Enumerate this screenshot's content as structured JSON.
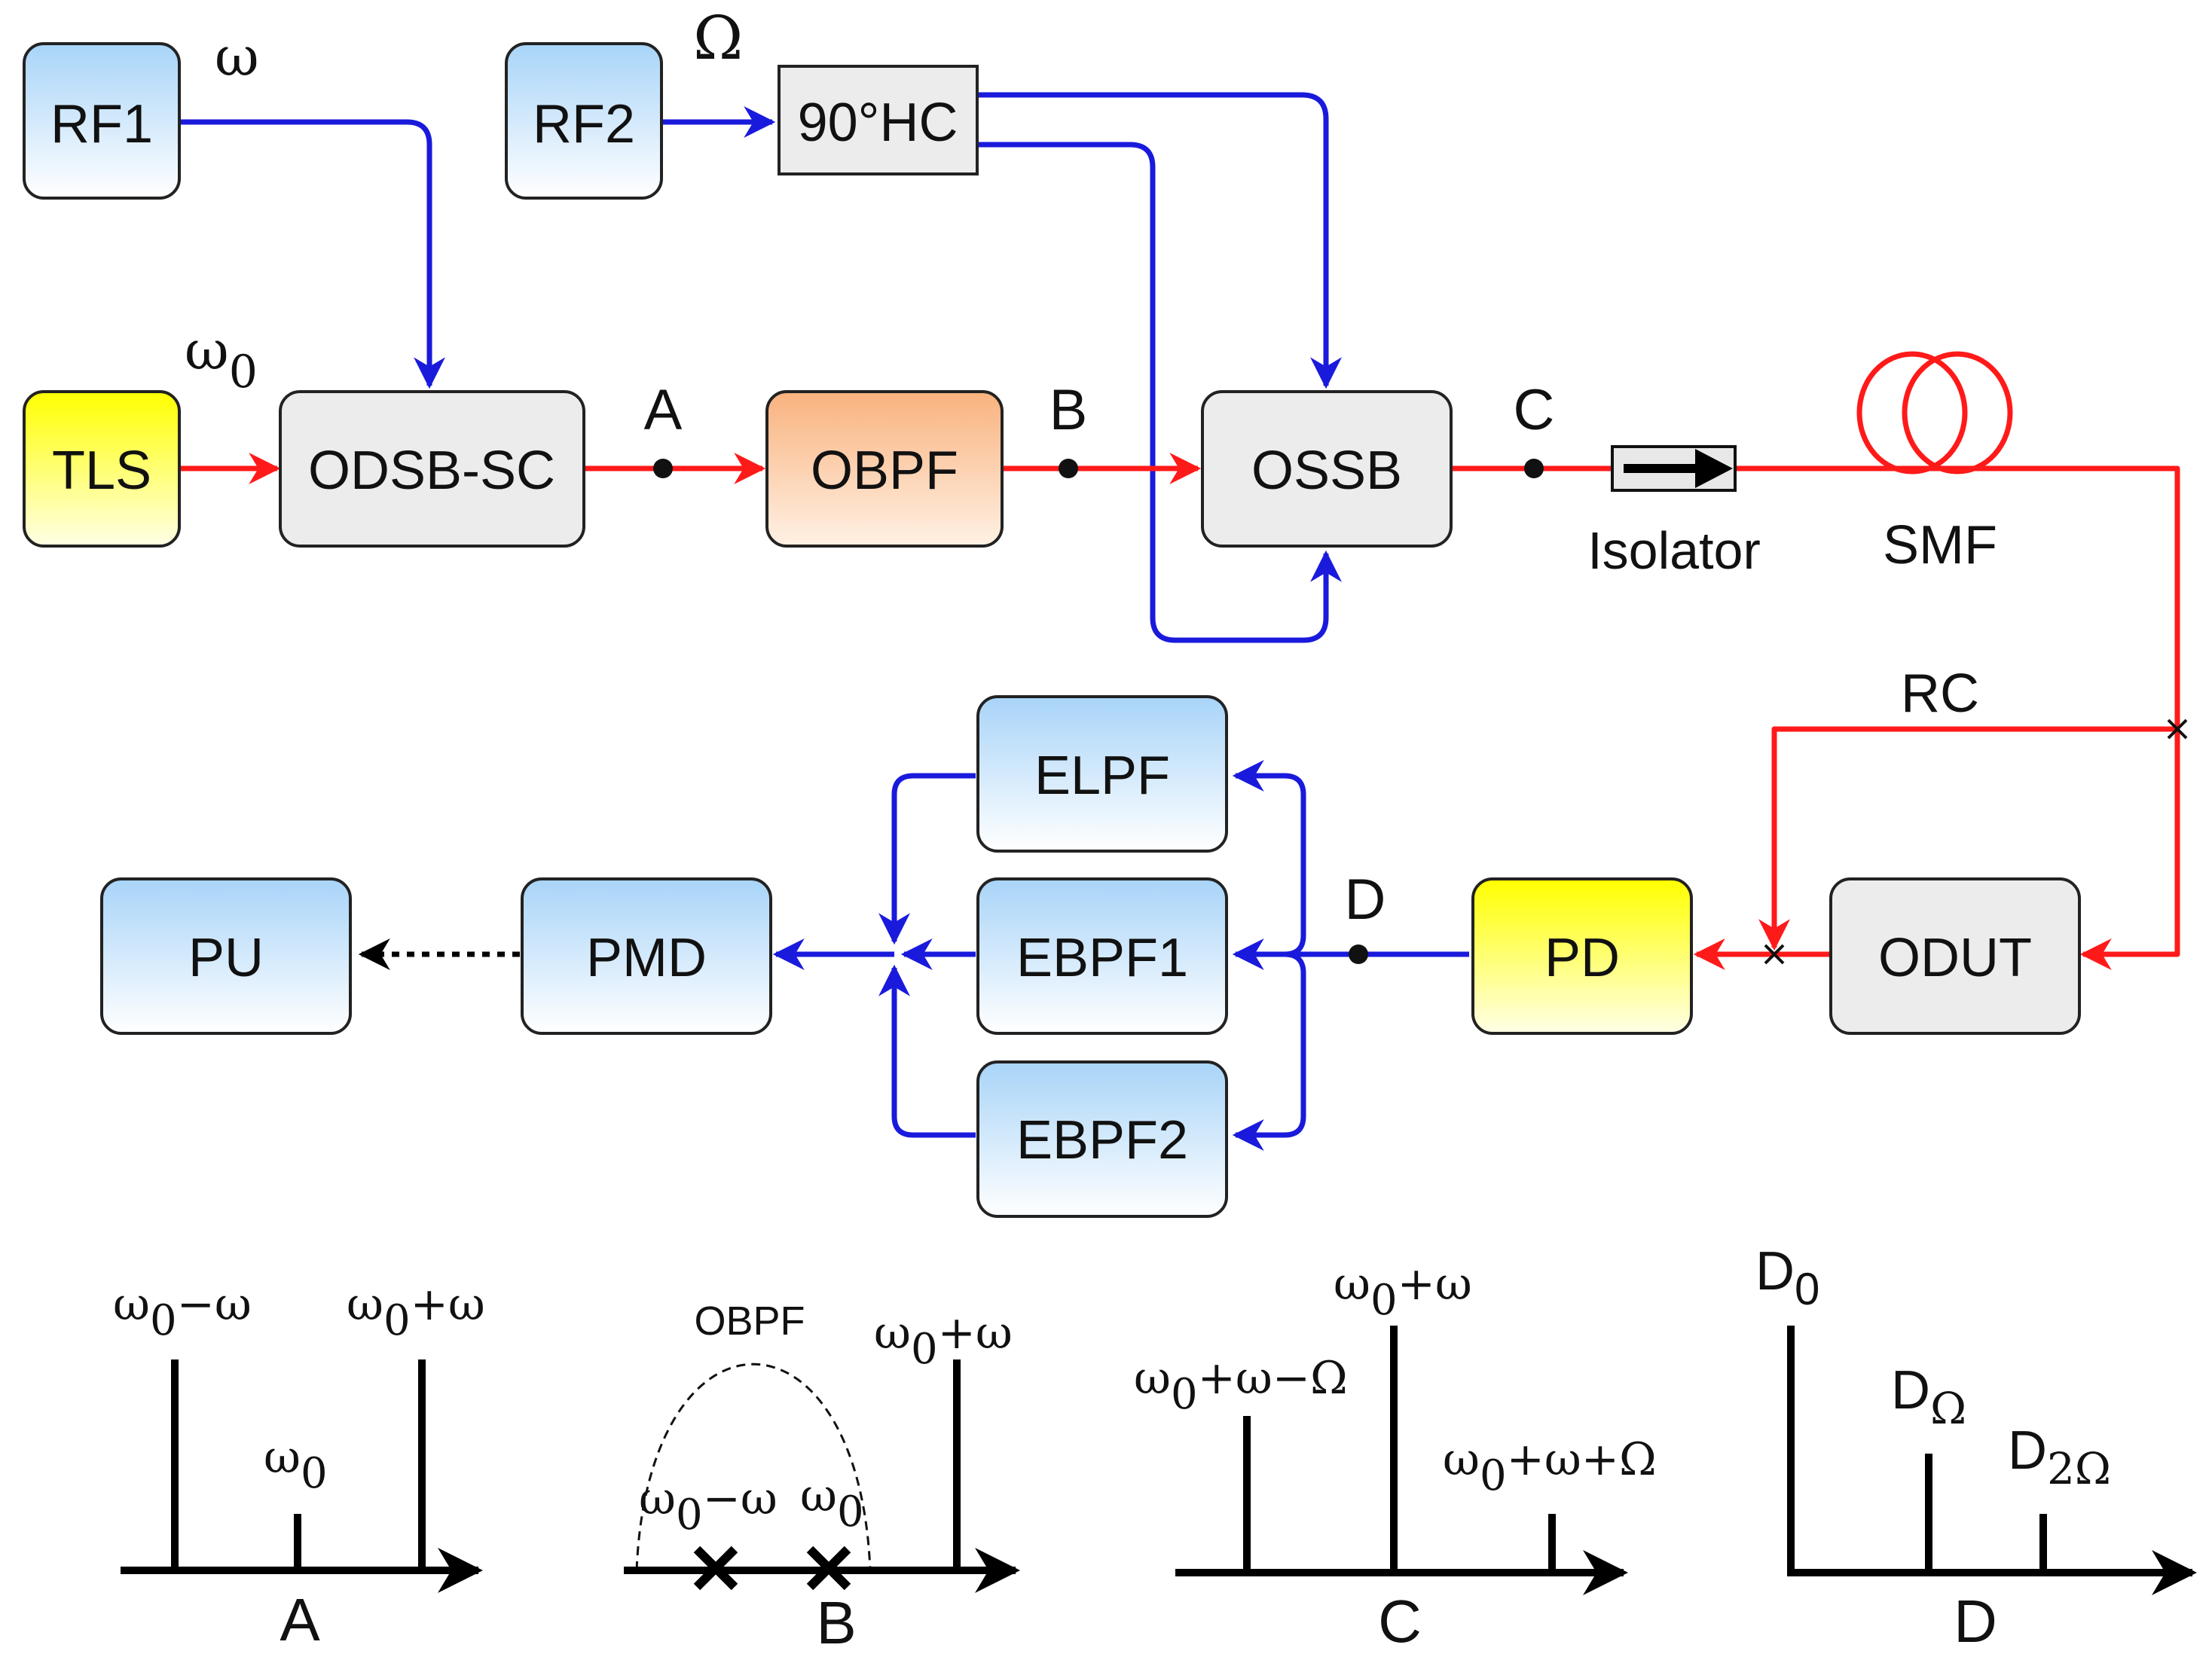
{
  "colors": {
    "optical": "#ff1a1a",
    "electrical": "#1a1adc",
    "blue_box_top": "#a8d4f8",
    "yellow": "#ffff00",
    "orange_top": "#f9b27e",
    "gray_fill": "#ececec"
  },
  "blocks": {
    "rf1": "RF1",
    "rf2": "RF2",
    "hc": "90°HC",
    "tls": "TLS",
    "odsb": "ODSB-SC",
    "obpf": "OBPF",
    "ossb": "OSSB",
    "elpf": "ELPF",
    "ebpf1": "EBPF1",
    "ebpf2": "EBPF2",
    "pd": "PD",
    "odut": "ODUT",
    "pmd": "PMD",
    "pu": "PU"
  },
  "labels": {
    "omega": "ω",
    "Omega": "Ω",
    "omega0": "ω",
    "omega0_sub": "0",
    "A": "A",
    "B": "B",
    "C": "C",
    "D": "D",
    "isolator": "Isolator",
    "smf": "SMF",
    "rc": "RC"
  },
  "spectra": {
    "A": {
      "axis_label": "A",
      "lines": [
        {
          "pre": "ω",
          "sub": "0",
          "post": "−ω"
        },
        {
          "pre": "ω",
          "sub": "0",
          "post": ""
        },
        {
          "pre": "ω",
          "sub": "0",
          "post": "+ω"
        }
      ]
    },
    "B": {
      "axis_label": "B",
      "filter_label": "OBPF",
      "lines": [
        {
          "pre": "ω",
          "sub": "0",
          "post": "−ω"
        },
        {
          "pre": "ω",
          "sub": "0",
          "post": ""
        },
        {
          "pre": "ω",
          "sub": "0",
          "post": "+ω"
        }
      ]
    },
    "C": {
      "axis_label": "C",
      "lines": [
        {
          "pre": "ω",
          "sub": "0",
          "post": "+ω−Ω"
        },
        {
          "pre": "ω",
          "sub": "0",
          "post": "+ω"
        },
        {
          "pre": "ω",
          "sub": "0",
          "post": "+ω+Ω"
        }
      ]
    },
    "D": {
      "axis_label": "D",
      "lines": [
        {
          "pre": "D",
          "sub": "0"
        },
        {
          "pre": "D",
          "sub": "Ω"
        },
        {
          "pre": "D",
          "sub": "2Ω"
        }
      ]
    }
  }
}
